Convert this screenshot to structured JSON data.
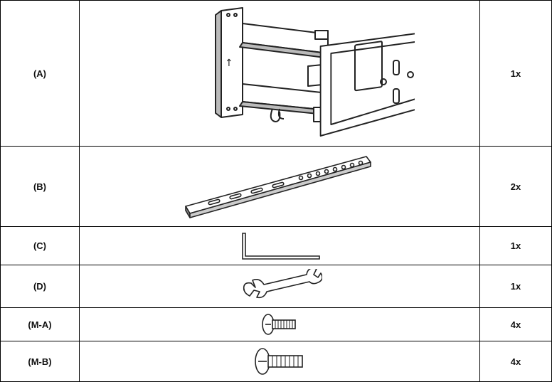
{
  "parts": [
    {
      "label": "(A)",
      "qty": "1x",
      "icon": "wall-mount-arm-icon"
    },
    {
      "label": "(B)",
      "qty": "2x",
      "icon": "mounting-rail-icon"
    },
    {
      "label": "(C)",
      "qty": "1x",
      "icon": "allen-key-icon"
    },
    {
      "label": "(D)",
      "qty": "1x",
      "icon": "wrench-icon"
    },
    {
      "label": "(M-A)",
      "qty": "4x",
      "icon": "screw-short-icon"
    },
    {
      "label": "(M-B)",
      "qty": "4x",
      "icon": "screw-long-icon"
    }
  ]
}
